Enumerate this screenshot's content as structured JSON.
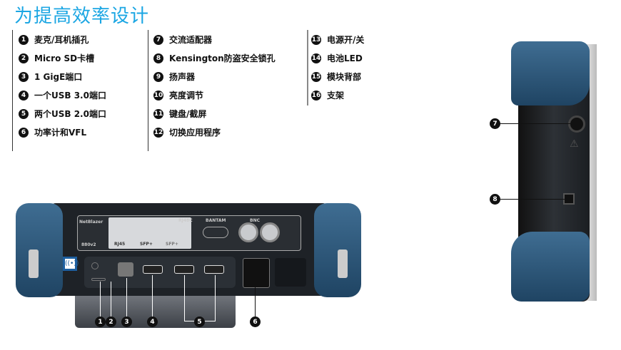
{
  "title": "为提高效率设计",
  "features": {
    "col1": [
      {
        "num": "1",
        "label": "麦克/耳机插孔"
      },
      {
        "num": "2",
        "label": "Micro SD卡槽"
      },
      {
        "num": "3",
        "label": "1 GigE端口"
      },
      {
        "num": "4",
        "label": "一个USB 3.0端口"
      },
      {
        "num": "5",
        "label": "两个USB 2.0端口"
      },
      {
        "num": "6",
        "label": "功率计和VFL"
      }
    ],
    "col2": [
      {
        "num": "7",
        "label": "交流适配器"
      },
      {
        "num": "8",
        "label": "Kensington防盗安全锁孔"
      },
      {
        "num": "9",
        "label": "扬声器"
      },
      {
        "num": "10",
        "label": "亮度调节"
      },
      {
        "num": "11",
        "label": "键盘/截屏"
      },
      {
        "num": "12",
        "label": "切换应用程序"
      }
    ],
    "col3": [
      {
        "num": "13",
        "label": "电源开/关"
      },
      {
        "num": "14",
        "label": "电池LED"
      },
      {
        "num": "15",
        "label": "模块背部"
      },
      {
        "num": "16",
        "label": "支架"
      }
    ]
  },
  "device": {
    "brand": "NetBlazer",
    "model": "880v2",
    "ports": [
      "RJ45",
      "SFP+",
      "SFP+",
      "RJ48C",
      "BANTAM",
      "BNC"
    ]
  },
  "callouts": {
    "front": [
      "1",
      "2",
      "3",
      "4",
      "5",
      "6"
    ],
    "side": [
      "7",
      "8"
    ]
  },
  "colors": {
    "accent": "#1ba6e3",
    "bumper": "#2e5a80"
  }
}
